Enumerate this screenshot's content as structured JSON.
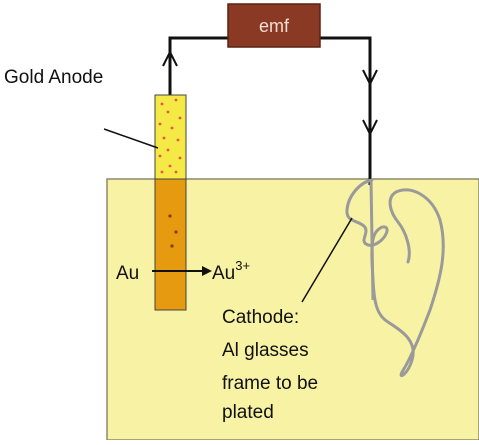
{
  "labels": {
    "emf": "emf",
    "gold_anode": "Gold Anode",
    "au": "Au",
    "au_ion": "Au",
    "au_ion_charge": "3+",
    "cathode_line1": "Cathode:",
    "cathode_line2": "Al glasses",
    "cathode_line3": "frame to be",
    "cathode_line4": "plated"
  },
  "colors": {
    "solution": "#f8f2a4",
    "solution_border": "#8a8a6a",
    "emf_box": "#8a3a24",
    "emf_text": "#f3ddd4",
    "anode_above": "#f5ea45",
    "anode_below": "#e69a10",
    "anode_dots": "#e8524a",
    "wire": "#111111",
    "frame_wire": "#9a9a9a"
  }
}
